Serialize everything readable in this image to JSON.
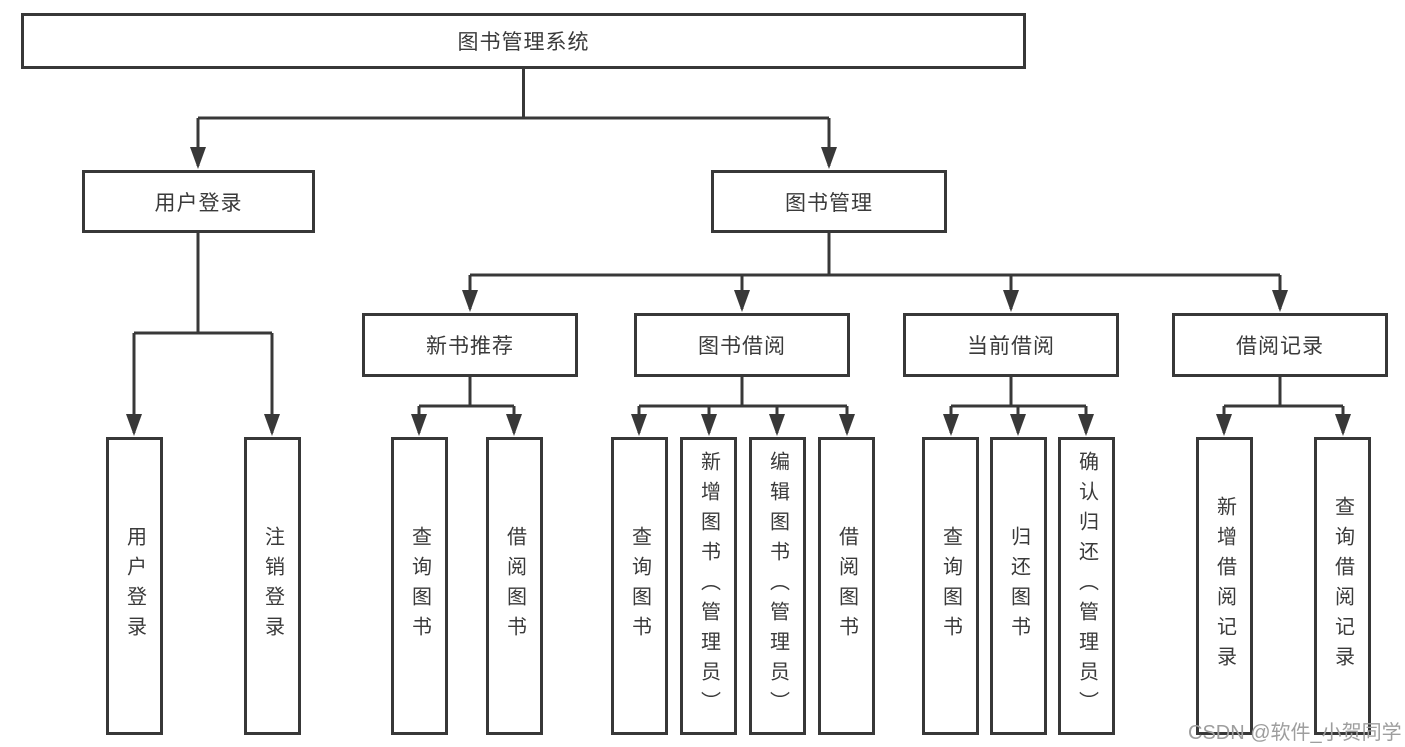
{
  "diagram": {
    "tree": {
      "label": "图书管理系统",
      "children": [
        {
          "label": "用户登录",
          "children": [
            {
              "label": "用户登录"
            },
            {
              "label": "注销登录"
            }
          ]
        },
        {
          "label": "图书管理",
          "children": [
            {
              "label": "新书推荐",
              "children": [
                {
                  "label": "查询图书"
                },
                {
                  "label": "借阅图书"
                }
              ]
            },
            {
              "label": "图书借阅",
              "children": [
                {
                  "label": "查询图书"
                },
                {
                  "label": "新增图书（管理员）"
                },
                {
                  "label": "编辑图书（管理员）"
                },
                {
                  "label": "借阅图书"
                }
              ]
            },
            {
              "label": "当前借阅",
              "children": [
                {
                  "label": "查询图书"
                },
                {
                  "label": "归还图书"
                },
                {
                  "label": "确认归还（管理员）"
                }
              ]
            },
            {
              "label": "借阅记录",
              "children": [
                {
                  "label": "新增借阅记录"
                },
                {
                  "label": "查询借阅记录"
                }
              ]
            }
          ]
        }
      ]
    },
    "watermark": "CSDN @软件_小贺同学",
    "colors": {
      "line": "#383838",
      "box_border": "#383838",
      "text": "#3a3a3a",
      "watermark": "#9e9e9e",
      "background": "#ffffff"
    }
  }
}
